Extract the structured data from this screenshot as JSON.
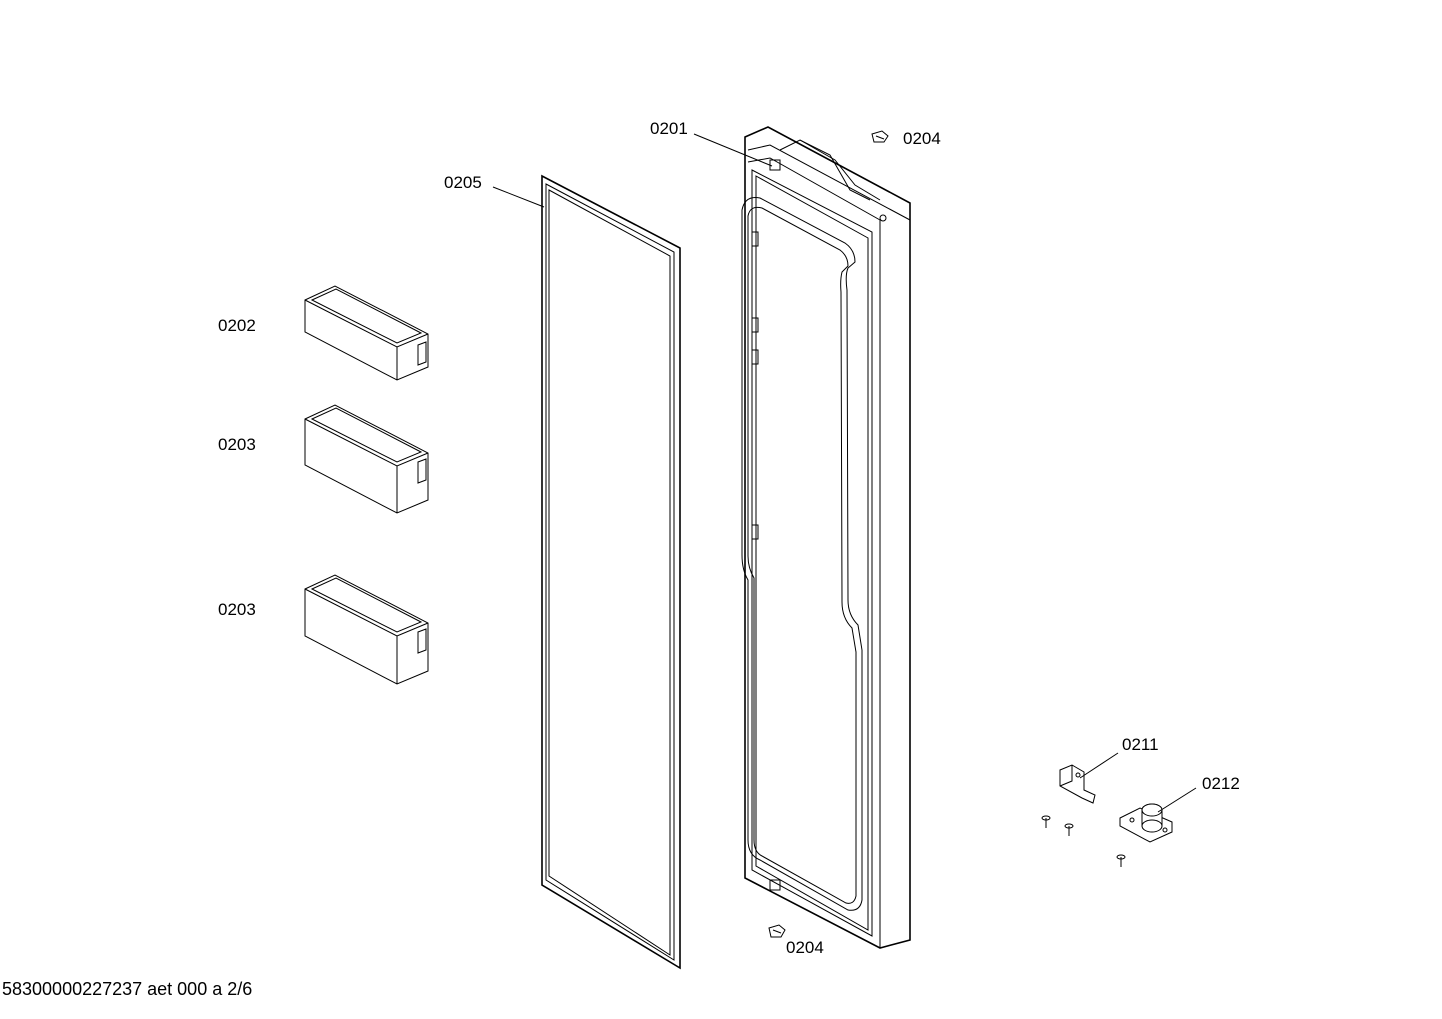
{
  "labels": {
    "p0201": "0201",
    "p0204_top": "0204",
    "p0205": "0205",
    "p0202": "0202",
    "p0203_a": "0203",
    "p0203_b": "0203",
    "p0211": "0211",
    "p0212": "0212",
    "p0204_bottom": "0204"
  },
  "footer": "58300000227237 aet 000 a 2/6"
}
